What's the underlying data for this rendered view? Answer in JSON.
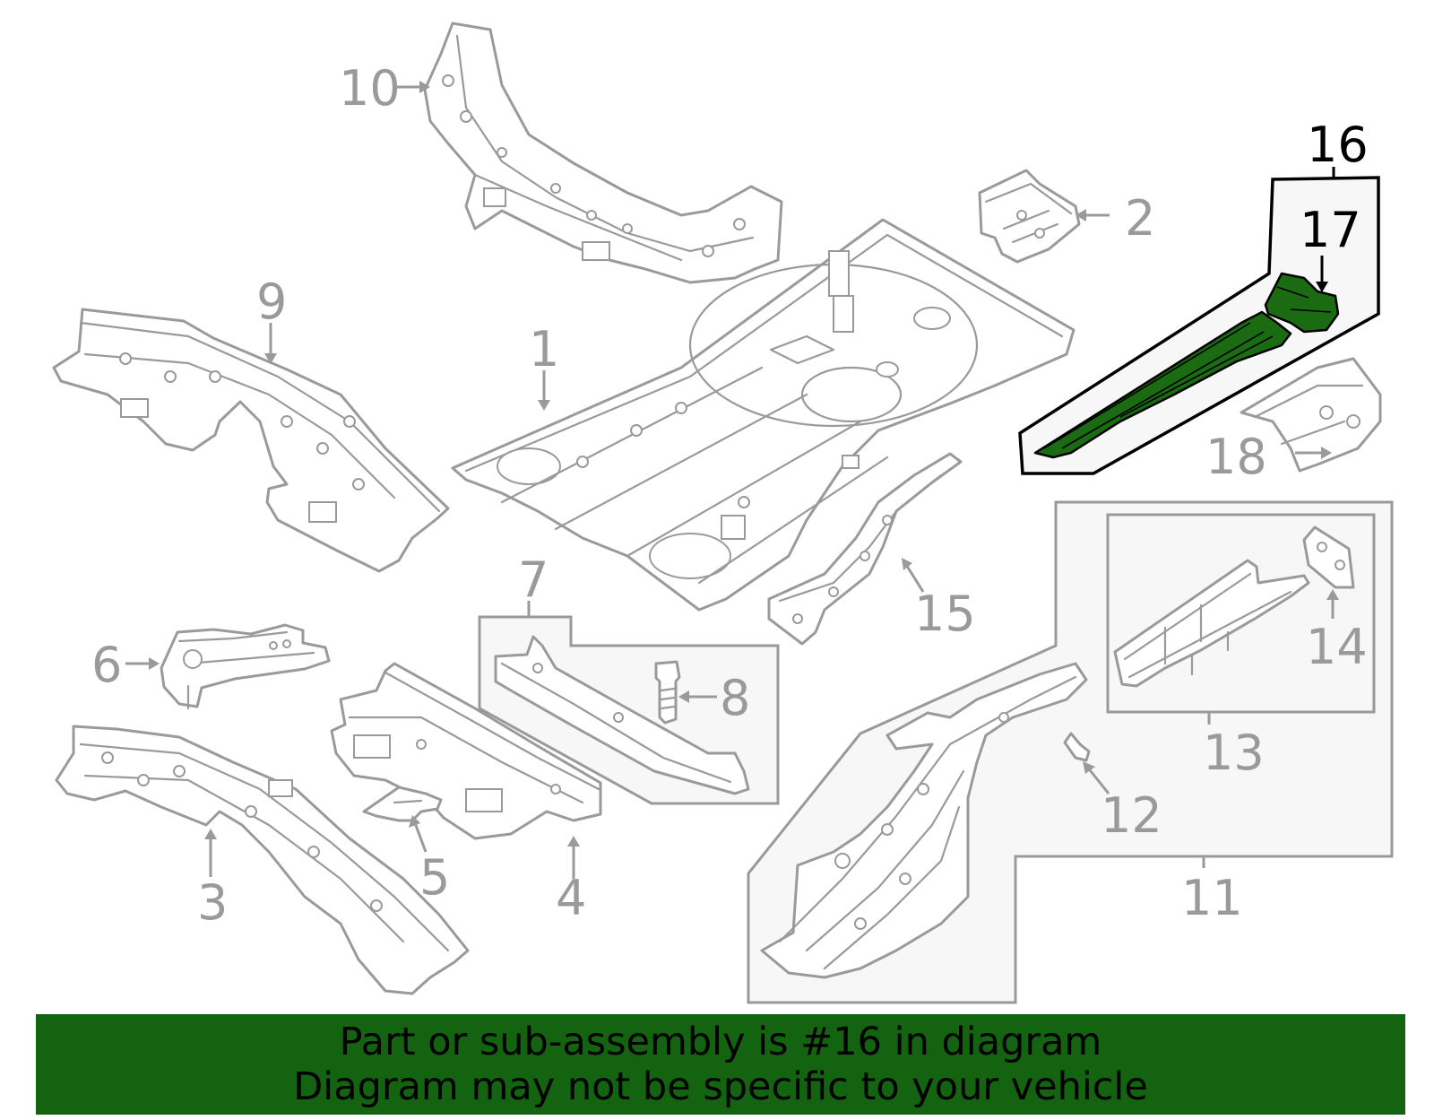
{
  "callouts": {
    "c1": "1",
    "c2": "2",
    "c3": "3",
    "c4": "4",
    "c5": "5",
    "c6": "6",
    "c7": "7",
    "c8": "8",
    "c9": "9",
    "c10": "10",
    "c11": "11",
    "c12": "12",
    "c13": "13",
    "c14": "14",
    "c15": "15",
    "c16": "16",
    "c17": "17",
    "c18": "18"
  },
  "highlight": {
    "part_number": "16",
    "sub_part": "17",
    "color": "#1a6b12"
  },
  "banner": {
    "line1": "Part or sub-assembly is #16 in diagram",
    "line2": "Diagram may not be specific to your vehicle",
    "background": "#136311"
  },
  "colors": {
    "line_gray": "#9a9a9a",
    "group_fill": "#f7f7f7"
  }
}
